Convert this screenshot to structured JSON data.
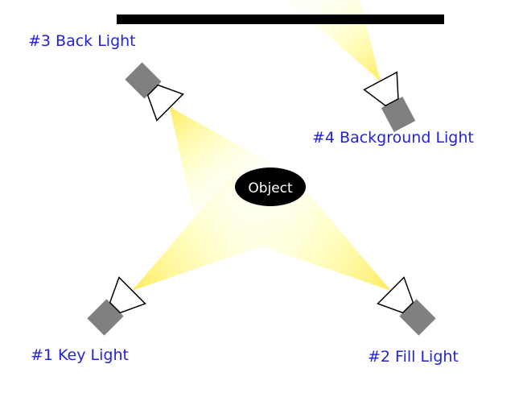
{
  "page": {
    "background": "#ffffff"
  },
  "diagram": {
    "object_label": "Object",
    "labels": {
      "key": "#1 Key Light",
      "fill": "#2 Fill Light",
      "back": "#3 Back Light",
      "background": "#4 Background Light"
    },
    "colors": {
      "label_text": "#2222dd",
      "beam_bright": "#ffe84d",
      "beam_mid": "#ffffa0",
      "beam_faint": "#ffffe6",
      "light_body": "#808080",
      "cone_fill": "#ffffff",
      "cone_outline": "#000000",
      "background_bar": "#000000",
      "object_fill": "#000000",
      "object_text": "#ffffff"
    }
  }
}
